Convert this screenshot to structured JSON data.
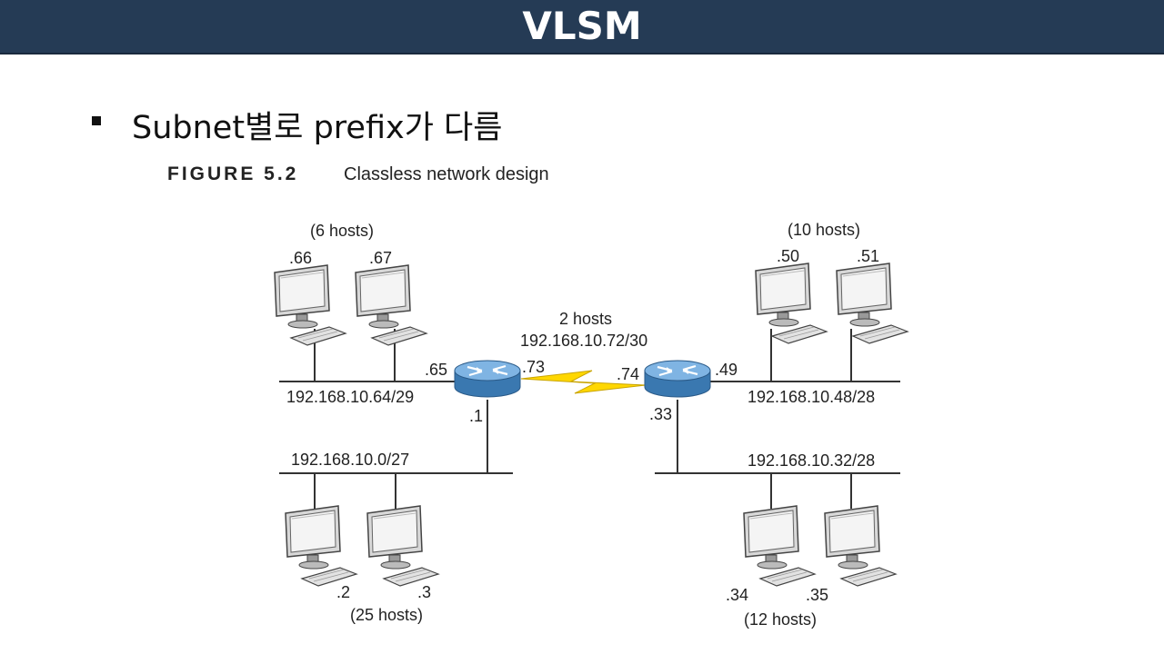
{
  "slide": {
    "title": "VLSM",
    "bullet": "Subnet별로 prefix가 다름"
  },
  "figure": {
    "label": "FIGURE 5.2",
    "caption": "Classless network design"
  },
  "diagram": {
    "wan": {
      "hosts": "2 hosts",
      "subnet": "192.168.10.72/30",
      "left_if": ".73",
      "right_if": ".74"
    },
    "left_router": {
      "top_if": ".65",
      "bottom_if": ".1"
    },
    "right_router": {
      "top_if": ".49",
      "bottom_if": ".33"
    },
    "lans": {
      "top_left": {
        "hosts": "(6 hosts)",
        "subnet": "192.168.10.64/29",
        "pc1": ".66",
        "pc2": ".67"
      },
      "bottom_left": {
        "hosts": "(25 hosts)",
        "subnet": "192.168.10.0/27",
        "pc1": ".2",
        "pc2": ".3"
      },
      "top_right": {
        "hosts": "(10 hosts)",
        "subnet": "192.168.10.48/28",
        "pc1": ".50",
        "pc2": ".51"
      },
      "bottom_right": {
        "hosts": "(12 hosts)",
        "subnet": "192.168.10.32/28",
        "pc1": ".34",
        "pc2": ".35"
      }
    },
    "colors": {
      "router": "#5b9bd5",
      "router_dark": "#3a78b0",
      "wan_link": "#ffd700",
      "line": "#333333"
    }
  }
}
